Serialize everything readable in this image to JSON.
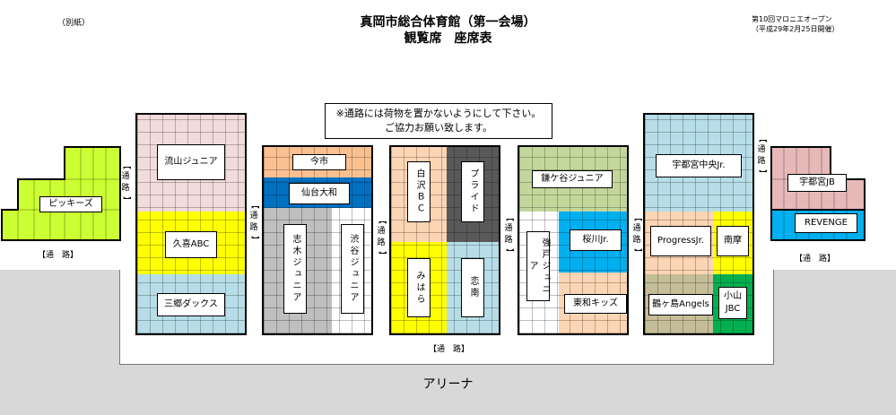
{
  "header": {
    "attachment": "（別紙）",
    "title_line1": "真岡市総合体育館（第一会場）",
    "title_line2": "観覧席　座席表",
    "event_line1": "第10回マロニエオープン",
    "event_line2": "（平成29年2月25日開催）"
  },
  "notice": {
    "line1": "※通路には荷物を置かないようにして下さい。",
    "line2": "ご協力お願い致します。"
  },
  "aisles": {
    "horizontal": "【通　路】",
    "vertical_top": "【",
    "vertical_c1": "通",
    "vertical_c2": "路",
    "vertical_bottom": "】"
  },
  "arena": {
    "label": "アリーナ"
  },
  "teams": {
    "pikkies": "ピッキーズ",
    "nagareyama": "流山ジュニア",
    "kuki": "久喜ABC",
    "sango": "三郷ダックス",
    "imaichi": "今市",
    "sendai": "仙台大和",
    "shiki": "志木ジュニア",
    "shibuya": "渋谷ジュニア",
    "shirasawa": "白沢ＢＣ",
    "pride": "プライド",
    "mihara": "みはら",
    "kinan": "恋南",
    "kamagaya": "鎌ケ谷ジュニア",
    "goudo": "強戸ジュニア",
    "sakuragawa": "桜川Jr.",
    "towa": "東和キッズ",
    "utsunomiya_chuo": "宇都宮中央Jr.",
    "progress": "ProgressJr.",
    "nanma": "南摩",
    "tsurugashima": "鶴ヶ島Angels",
    "oyama_l1": "小山",
    "oyama_l2": "JBC",
    "utsunomiya_jb": "宇都宮JB",
    "revenge": "REVENGE"
  },
  "colors": {
    "lime": "#ccff33",
    "pink": "#f2dcdb",
    "yellow": "#ffff00",
    "lightblue": "#b7dee8",
    "orange": "#fac090",
    "blue": "#0070c0",
    "gray": "#bfbfbf",
    "peach": "#fcd5b4",
    "darkgray": "#595959",
    "olive": "#c4d79b",
    "skyblue": "#00b0f0",
    "tan": "#c4bd97",
    "green": "#00b050",
    "rose": "#e6b9b8"
  }
}
